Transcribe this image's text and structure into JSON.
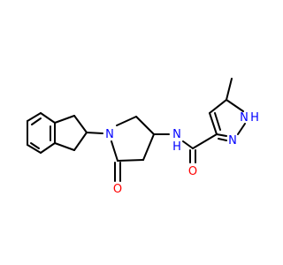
{
  "molecule": {
    "atoms": {
      "n_pyrrolidine": "N",
      "o_lactam": "O",
      "n_amide": "N",
      "h_amide": "H",
      "o_amide": "O",
      "n_pyrazole_n1": "N",
      "n_pyrazole_nh": "N",
      "h_pyrazole": "H"
    },
    "colors": {
      "bond": "#000000",
      "nitrogen": "#0000ff",
      "oxygen": "#ff0000"
    }
  }
}
